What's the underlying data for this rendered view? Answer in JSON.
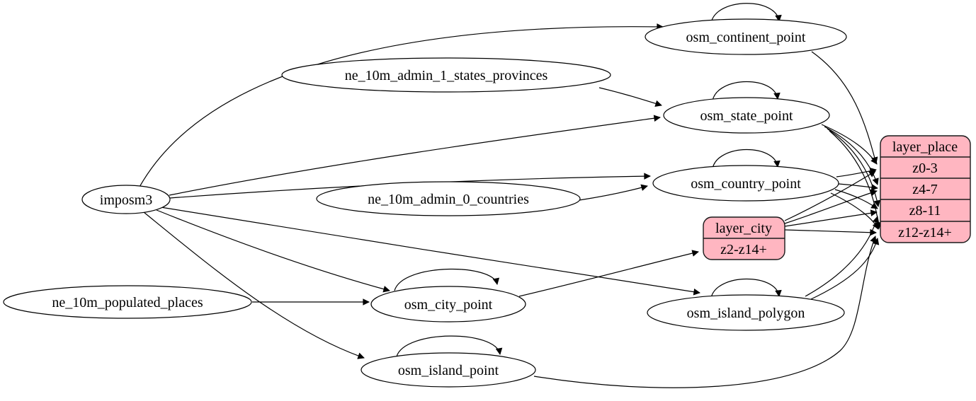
{
  "diagram": {
    "type": "etl-dependency-graph",
    "colors": {
      "background": "#ffffff",
      "node_fill": "#ffffff",
      "node_stroke": "#000000",
      "record_fill": "#ffb6c1",
      "edge_color": "#000000"
    },
    "nodes": {
      "imposm3": {
        "label": "imposm3",
        "shape": "ellipse"
      },
      "ne_10m_admin_1_states_provinces": {
        "label": "ne_10m_admin_1_states_provinces",
        "shape": "ellipse"
      },
      "ne_10m_admin_0_countries": {
        "label": "ne_10m_admin_0_countries",
        "shape": "ellipse"
      },
      "ne_10m_populated_places": {
        "label": "ne_10m_populated_places",
        "shape": "ellipse"
      },
      "osm_continent_point": {
        "label": "osm_continent_point",
        "shape": "ellipse"
      },
      "osm_state_point": {
        "label": "osm_state_point",
        "shape": "ellipse"
      },
      "osm_country_point": {
        "label": "osm_country_point",
        "shape": "ellipse"
      },
      "osm_city_point": {
        "label": "osm_city_point",
        "shape": "ellipse"
      },
      "osm_island_polygon": {
        "label": "osm_island_polygon",
        "shape": "ellipse"
      },
      "osm_island_point": {
        "label": "osm_island_point",
        "shape": "ellipse"
      },
      "layer_city": {
        "label": "layer_city",
        "shape": "record",
        "rows": [
          "z2-z14+"
        ]
      },
      "layer_place": {
        "label": "layer_place",
        "shape": "record",
        "rows": [
          "z0-3",
          "z4-7",
          "z8-11",
          "z12-z14+"
        ]
      }
    },
    "edges": [
      {
        "from": "imposm3",
        "to": "osm_continent_point"
      },
      {
        "from": "imposm3",
        "to": "osm_state_point"
      },
      {
        "from": "imposm3",
        "to": "osm_country_point"
      },
      {
        "from": "imposm3",
        "to": "osm_city_point"
      },
      {
        "from": "imposm3",
        "to": "osm_island_polygon"
      },
      {
        "from": "imposm3",
        "to": "osm_island_point"
      },
      {
        "from": "ne_10m_admin_1_states_provinces",
        "to": "osm_state_point"
      },
      {
        "from": "ne_10m_admin_0_countries",
        "to": "osm_country_point"
      },
      {
        "from": "ne_10m_populated_places",
        "to": "osm_city_point"
      },
      {
        "from": "osm_continent_point",
        "to": "osm_continent_point"
      },
      {
        "from": "osm_state_point",
        "to": "osm_state_point"
      },
      {
        "from": "osm_country_point",
        "to": "osm_country_point"
      },
      {
        "from": "osm_city_point",
        "to": "osm_city_point"
      },
      {
        "from": "osm_island_polygon",
        "to": "osm_island_polygon"
      },
      {
        "from": "osm_island_point",
        "to": "osm_island_point"
      },
      {
        "from": "osm_city_point",
        "to": "layer_city",
        "to_row": "z2-z14+"
      },
      {
        "from": "osm_continent_point",
        "to": "layer_place",
        "to_row": "z0-3"
      },
      {
        "from": "osm_state_point",
        "to": "layer_place",
        "to_row": "z0-3"
      },
      {
        "from": "osm_state_point",
        "to": "layer_place",
        "to_row": "z4-7"
      },
      {
        "from": "osm_state_point",
        "to": "layer_place",
        "to_row": "z8-11"
      },
      {
        "from": "osm_state_point",
        "to": "layer_place",
        "to_row": "z12-z14+"
      },
      {
        "from": "osm_country_point",
        "to": "layer_place",
        "to_row": "z0-3"
      },
      {
        "from": "osm_country_point",
        "to": "layer_place",
        "to_row": "z4-7"
      },
      {
        "from": "osm_country_point",
        "to": "layer_place",
        "to_row": "z8-11"
      },
      {
        "from": "osm_country_point",
        "to": "layer_place",
        "to_row": "z12-z14+"
      },
      {
        "from": "layer_city",
        "to": "layer_place",
        "to_row": "z0-3"
      },
      {
        "from": "layer_city",
        "to": "layer_place",
        "to_row": "z4-7"
      },
      {
        "from": "layer_city",
        "to": "layer_place",
        "to_row": "z8-11"
      },
      {
        "from": "layer_city",
        "to": "layer_place",
        "to_row": "z12-z14+"
      },
      {
        "from": "osm_island_polygon",
        "to": "layer_place",
        "to_row": "z8-11"
      },
      {
        "from": "osm_island_polygon",
        "to": "layer_place",
        "to_row": "z12-z14+"
      },
      {
        "from": "osm_island_point",
        "to": "layer_place",
        "to_row": "z12-z14+"
      }
    ]
  }
}
